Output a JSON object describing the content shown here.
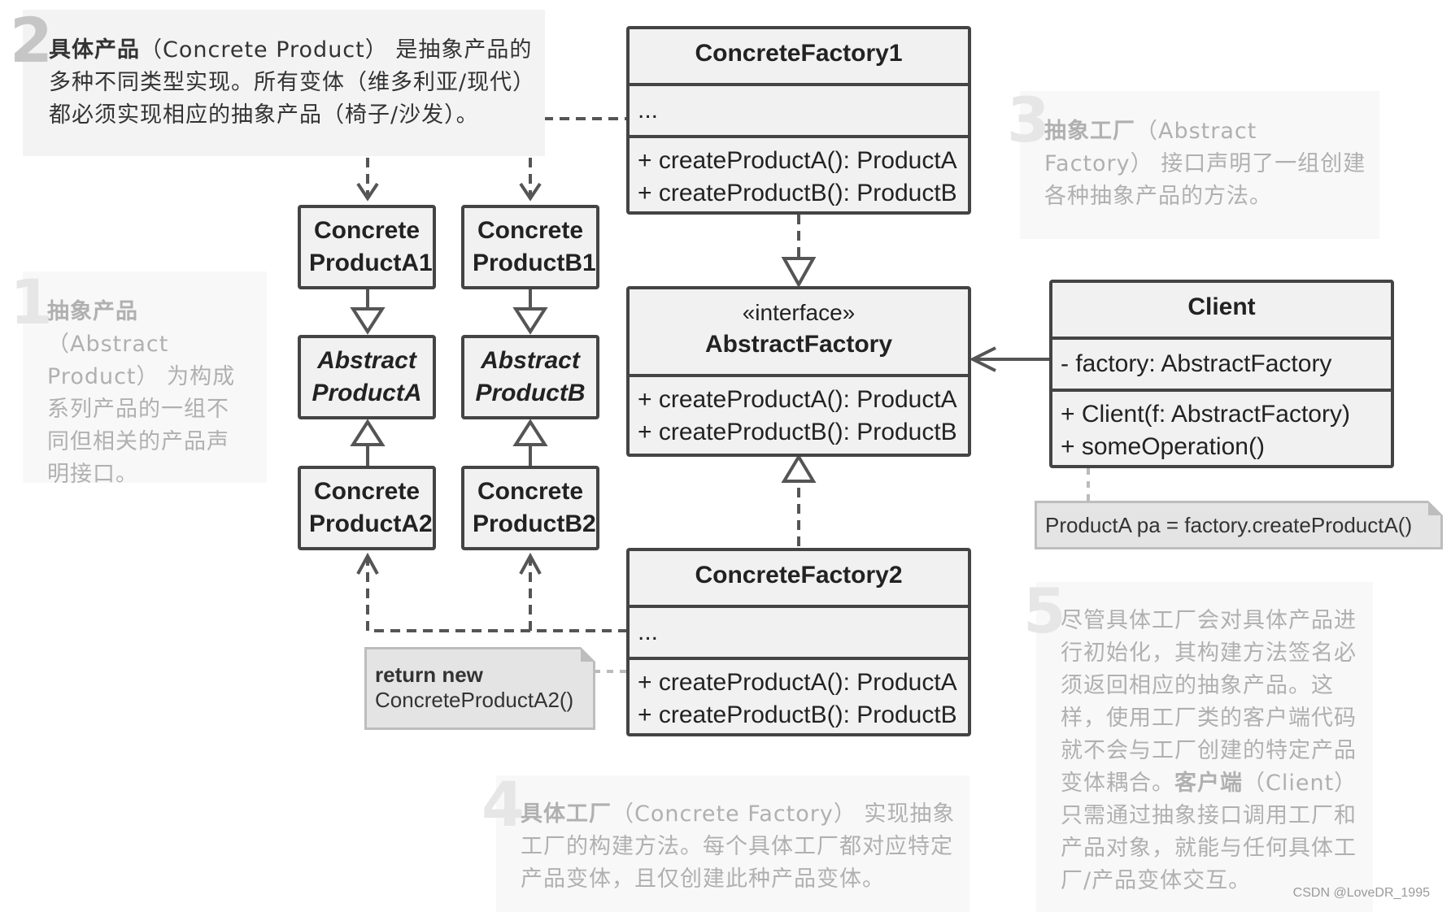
{
  "notes": {
    "n2": {
      "number": "2",
      "bold": "具体产品",
      "rest": "（Concrete Product） 是抽象产品的多种不同类型实现。所有变体（维多利亚/现代）都必须实现相应的抽象产品（椅子/沙发）。"
    },
    "n1": {
      "number": "1",
      "bold": "抽象产品",
      "rest": "（Abstract Product） 为构成系列产品的一组不同但相关的产品声明接口。"
    },
    "n3": {
      "number": "3",
      "bold": "抽象工厂",
      "rest": "（Abstract Factory） 接口声明了一组创建各种抽象产品的方法。"
    },
    "n4": {
      "number": "4",
      "bold": "具体工厂",
      "rest": "（Concrete Factory） 实现抽象工厂的构建方法。每个具体工厂都对应特定产品变体，且仅创建此种产品变体。"
    },
    "n5": {
      "number": "5",
      "text_a": "尽管具体工厂会对具体产品进行初始化，其构建方法签名必须返回相应的抽象产品。这样，使用工厂类的客户端代码就不会与工厂创建的特定产品变体耦合。",
      "bold": "客户端",
      "text_b": "（Client） 只需通过抽象接口调用工厂和产品对象，就能与任何具体工厂/产品变体交互。"
    }
  },
  "classes": {
    "concrete_factory1": {
      "title": "ConcreteFactory1",
      "fields": "...",
      "method_a": "+ createProductA(): ProductA",
      "method_b": "+ createProductB(): ProductB"
    },
    "abstract_factory": {
      "stereotype": "«interface»",
      "title": "AbstractFactory",
      "method_a": "+ createProductA(): ProductA",
      "method_b": "+ createProductB(): ProductB"
    },
    "concrete_factory2": {
      "title": "ConcreteFactory2",
      "fields": "...",
      "method_a": "+ createProductA(): ProductA",
      "method_b": "+ createProductB(): ProductB"
    },
    "client": {
      "title": "Client",
      "field": "- factory: AbstractFactory",
      "method_a": "+ Client(f: AbstractFactory)",
      "method_b": "+ someOperation()"
    },
    "concrete_product_a1": {
      "line1": "Concrete",
      "line2": "ProductA1"
    },
    "concrete_product_b1": {
      "line1": "Concrete",
      "line2": "ProductB1"
    },
    "abstract_product_a": {
      "line1": "Abstract",
      "line2": "ProductA"
    },
    "abstract_product_b": {
      "line1": "Abstract",
      "line2": "ProductB"
    },
    "concrete_product_a2": {
      "line1": "Concrete",
      "line2": "ProductA2"
    },
    "concrete_product_b2": {
      "line1": "Concrete",
      "line2": "ProductB2"
    }
  },
  "code_notes": {
    "client_note": "ProductA pa = factory.createProductA()",
    "factory2_note_bold": "return new",
    "factory2_note": "ConcreteProductA2()"
  },
  "watermark": "CSDN @LoveDR_1995"
}
